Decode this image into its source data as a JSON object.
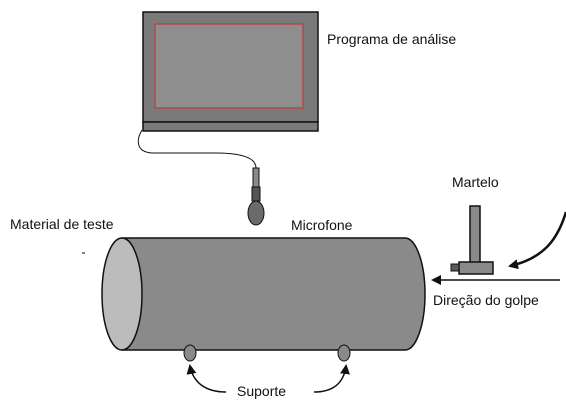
{
  "labels": {
    "analysis_program": "Programa de análise",
    "hammer": "Martelo",
    "test_material": "Material de teste",
    "microphone": "Microfone",
    "strike_direction": "Direção do golpe",
    "support": "Suporte"
  },
  "icons": {
    "monitor": "monitor-icon",
    "microphone": "microphone-icon",
    "hammer": "hammer-icon",
    "cylinder": "cylinder-icon",
    "support": "support-foot-icon"
  },
  "colors": {
    "cylinder_fill": "#8a8a8a",
    "cylinder_end": "#bcbcbc",
    "monitor_frame": "#7a7a7a",
    "monitor_screen": "#8e8e8e",
    "screen_border": "#b04a4a",
    "line": "#111111"
  }
}
